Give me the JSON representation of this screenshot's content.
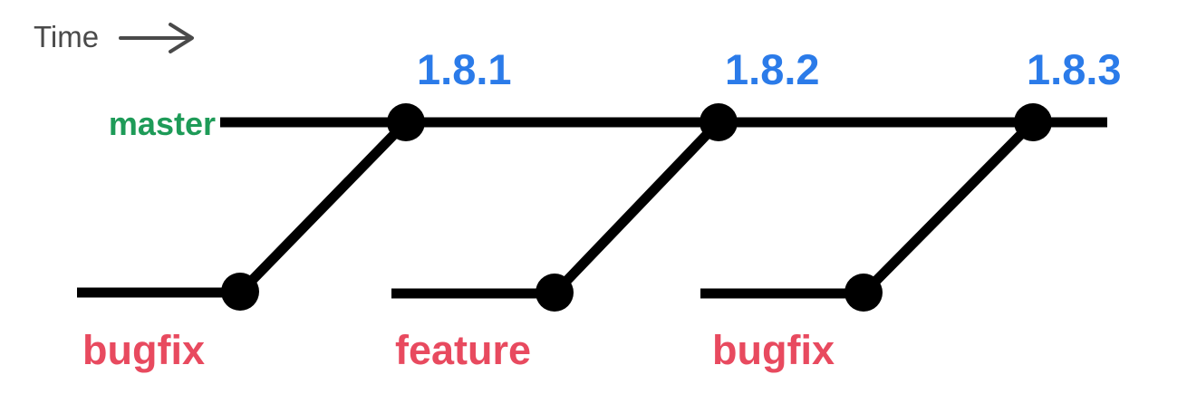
{
  "diagram": {
    "time_label": "Time",
    "master": {
      "label": "master",
      "releases": [
        {
          "version": "1.8.1"
        },
        {
          "version": "1.8.2"
        },
        {
          "version": "1.8.3"
        }
      ]
    },
    "branches": [
      {
        "label": "bugfix",
        "merges_into": "1.8.1"
      },
      {
        "label": "feature",
        "merges_into": "1.8.2"
      },
      {
        "label": "bugfix",
        "merges_into": "1.8.3"
      }
    ],
    "colors": {
      "line": "#000000",
      "time": "#4a4a4a",
      "master": "#1e9b58",
      "release": "#2b7be9",
      "branch": "#e84a5f",
      "background": "#ffffff"
    }
  }
}
